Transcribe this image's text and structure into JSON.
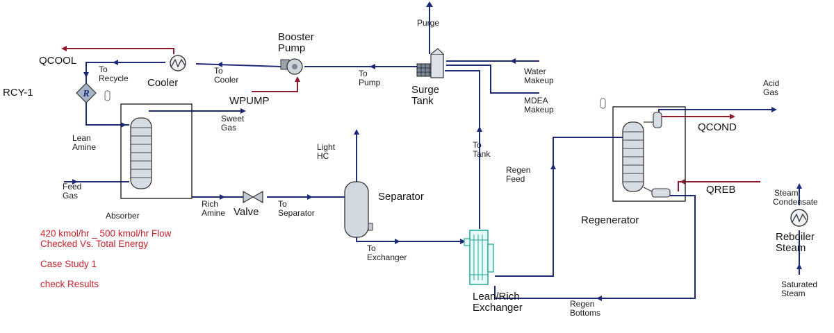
{
  "diagram": {
    "labels": {
      "purge": "Purge",
      "booster_pump": [
        "Booster",
        "Pump"
      ],
      "qcool": "QCOOL",
      "to_recycle": [
        "To",
        "Recycle"
      ],
      "cooler": "Cooler",
      "to_cooler": [
        "To",
        "Cooler"
      ],
      "to_pump": [
        "To",
        "Pump"
      ],
      "surge_tank": [
        "Surge",
        "Tank"
      ],
      "water_makeup": [
        "Water",
        "Makeup"
      ],
      "mdea_makeup": [
        "MDEA",
        "Makeup"
      ],
      "rcy": "RCY-1",
      "recycle_op": "R",
      "wpump": "WPUMP",
      "acid_gas": [
        "Acid",
        "Gas"
      ],
      "qcond": "QCOND",
      "sweet_gas": [
        "Sweet",
        "Gas"
      ],
      "lean_amine": [
        "Lean",
        "Amine"
      ],
      "light_hc": [
        "Light",
        "HC"
      ],
      "to_tank": [
        "To",
        "Tank"
      ],
      "regen_feed": [
        "Regen",
        "Feed"
      ],
      "feed_gas": [
        "Feed",
        "Gas"
      ],
      "qreb": "QREB",
      "steam_condensate": [
        "Steam",
        "Condensate"
      ],
      "separator": "Separator",
      "absorber": "Absorber",
      "rich_amine": [
        "Rich",
        "Amine"
      ],
      "valve": "Valve",
      "to_separator": [
        "To",
        "Separator"
      ],
      "regenerator": "Regenerator",
      "reboiler_steam": [
        "Reboiler",
        "Steam"
      ],
      "to_exchanger": [
        "To",
        "Exchanger"
      ],
      "saturated_steam": [
        "Saturated",
        "Steam"
      ],
      "lean_rich_exchanger": [
        "Lean/Rich",
        "Exchanger"
      ],
      "regen_bottoms": [
        "Regen",
        "Bottoms"
      ]
    },
    "notes": {
      "line1": "420 kmol/hr _ 500 kmol/hr Flow",
      "line2": "Checked Vs. Total Energy",
      "line3": "Case Study 1",
      "line4": "check Results"
    },
    "colors": {
      "material_stream": "#1c2a78",
      "energy_stream": "#8e1a2e",
      "note_text": "#c8202a"
    }
  }
}
